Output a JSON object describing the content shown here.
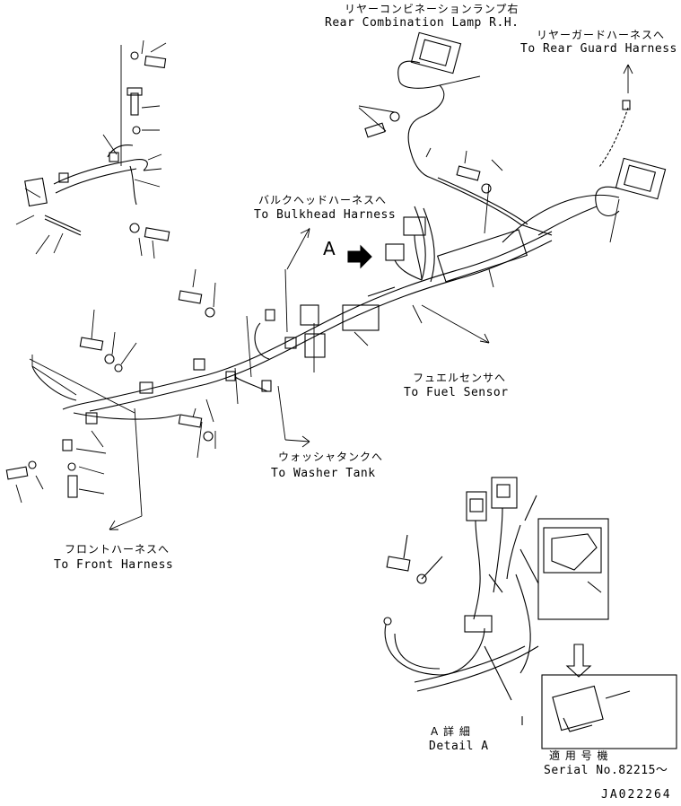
{
  "labels": {
    "rear_lamp_jp": "リヤーコンビネーションランプ右",
    "rear_lamp_en": "Rear Combination Lamp R.H.",
    "rear_guard_jp": "リヤーガードハーネスへ",
    "rear_guard_en": "To Rear Guard Harness",
    "bulkhead_jp": "バルクヘッドハーネスへ",
    "bulkhead_en": "To Bulkhead Harness",
    "view_a": "A",
    "fuel_jp": "フュエルセンサへ",
    "fuel_en": "To Fuel Sensor",
    "washer_jp": "ウォッシャタンクへ",
    "washer_en": "To Washer Tank",
    "front_jp": "フロントハーネスへ",
    "front_en": "To Front Harness",
    "detail_jp": "A 詳 細",
    "detail_en": "Detail A",
    "serial_jp": "適 用 号 機",
    "serial_en": "Serial No.82215～",
    "drawing_no": "JA022264"
  }
}
